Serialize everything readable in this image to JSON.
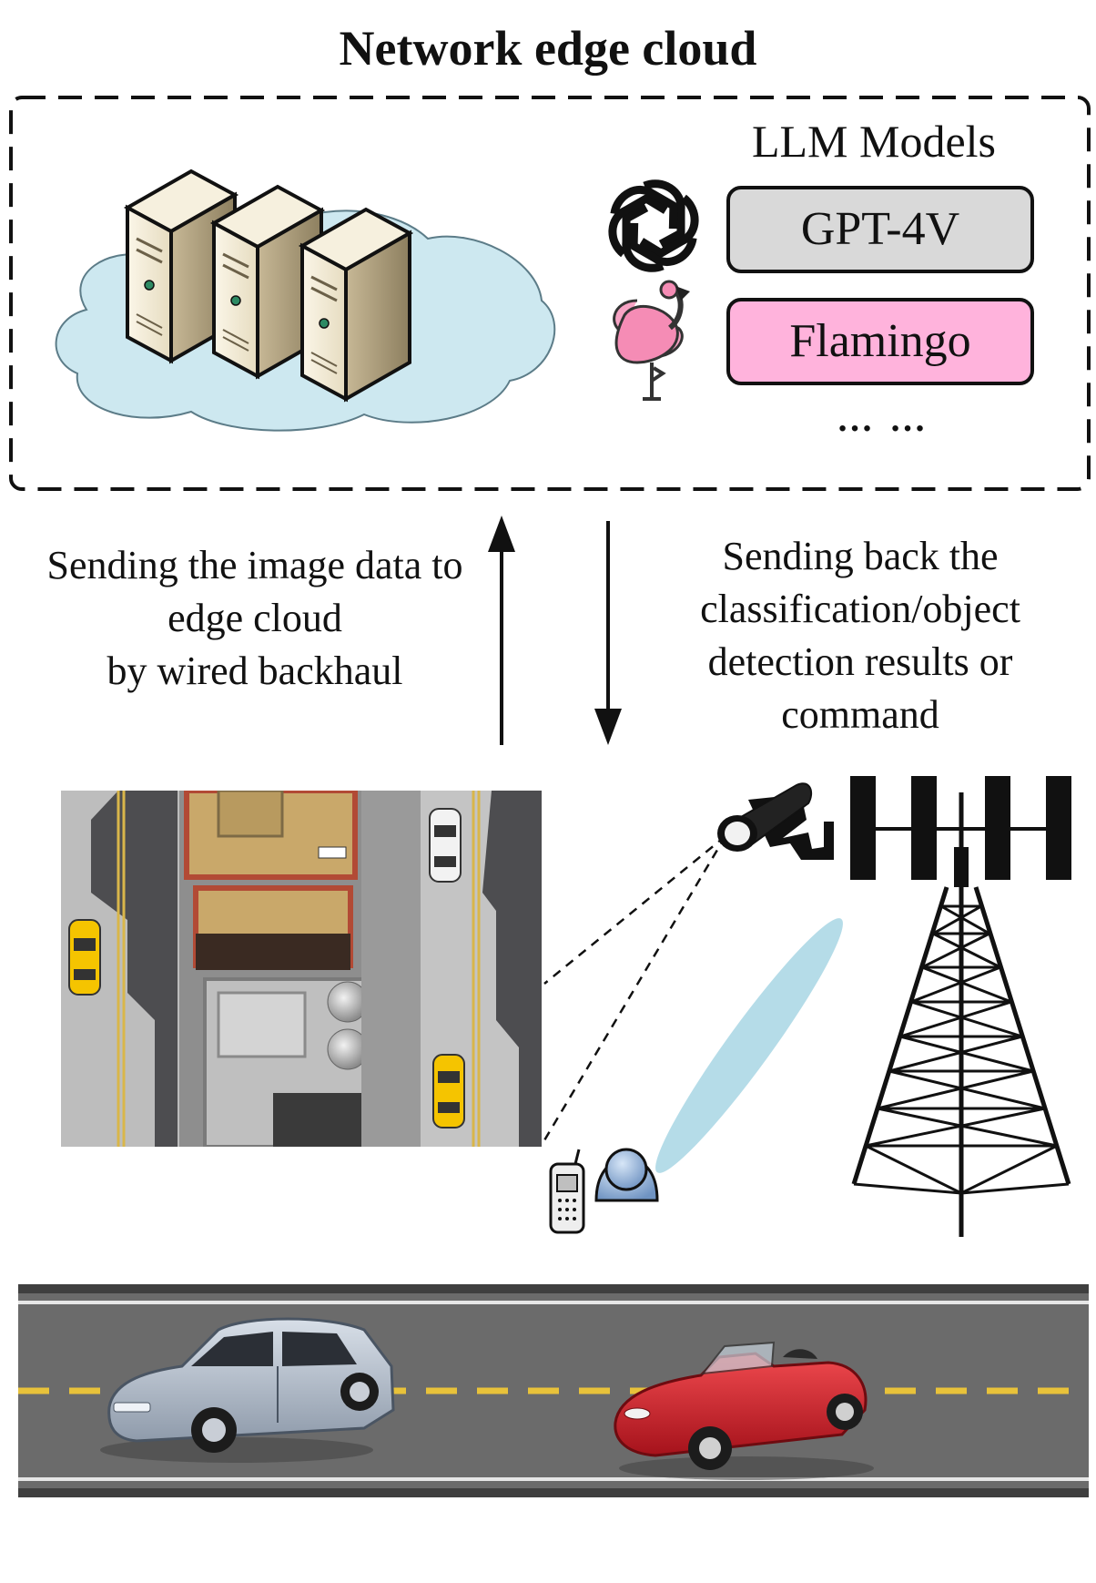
{
  "title": "Network edge cloud",
  "llm": {
    "heading": "LLM Models",
    "models": [
      {
        "name": "GPT-4V",
        "color": "#d9d9d9",
        "icon": "openai-logo-icon"
      },
      {
        "name": "Flamingo",
        "color": "#ffb3dc",
        "icon": "flamingo-icon"
      }
    ],
    "more": "… …"
  },
  "captions": {
    "uplink": [
      "Sending the image data to",
      "edge cloud",
      "by wired backhaul"
    ],
    "downlink": [
      "Sending back the",
      "classification/object",
      "detection results or",
      "command"
    ]
  },
  "icons": [
    "server-rack-icon",
    "cloud-icon",
    "cctv-camera-icon",
    "cell-tower-icon",
    "user-with-phone-icon",
    "silver-sedan-icon",
    "red-convertible-icon",
    "aerial-street-image"
  ],
  "colors": {
    "cloud": "#cde8f0",
    "beam": "#add8e6",
    "gpt": "#d9d9d9",
    "flamingo": "#ffb3dc",
    "road": "#6b6b6b",
    "lane": "#e8c23a",
    "taxi": "#f5c400",
    "red_car": "#d9222a",
    "silver_car": "#a9b4c2"
  }
}
